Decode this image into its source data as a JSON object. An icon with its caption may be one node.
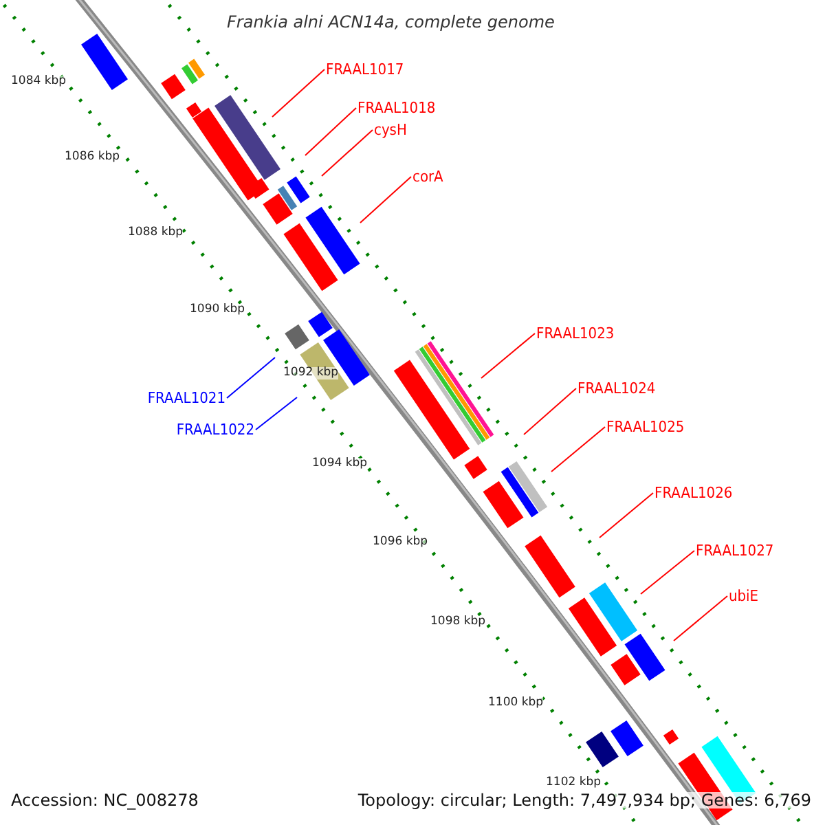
{
  "diagram": {
    "title": "Frankia alni ACN14a, complete genome",
    "nodes": [
      {
        "text": [
          "FRAAL1017"
        ]
      },
      {
        "text": [
          "FRAAL1018"
        ]
      },
      {
        "text": [
          "cysH"
        ]
      },
      {
        "text": [
          "corA"
        ]
      },
      {
        "text": [
          "FRAAL1023"
        ]
      },
      {
        "text": [
          "FRAAL1024"
        ]
      },
      {
        "text": [
          "FRAAL1021"
        ]
      },
      {
        "text": [
          "FRAAL1025"
        ]
      },
      {
        "text": [
          "FRAAL1022"
        ]
      },
      {
        "text": [
          "FRAAL1026"
        ]
      },
      {
        "text": [
          "FRAAL1027"
        ]
      },
      {
        "text": [
          "ubiE"
        ]
      }
    ],
    "edges": [
      {
        "from": 0,
        "to": null,
        "arrow": "none"
      },
      {
        "from": 1,
        "to": null,
        "arrow": "none"
      },
      {
        "from": 2,
        "to": null,
        "arrow": "none"
      },
      {
        "from": 3,
        "to": null,
        "arrow": "none"
      },
      {
        "from": 4,
        "to": null,
        "arrow": "none"
      },
      {
        "from": 5,
        "to": null,
        "arrow": "none"
      },
      {
        "from": 6,
        "to": null,
        "arrow": "none",
        "color": "#0000ff"
      },
      {
        "from": 7,
        "to": null,
        "arrow": "none"
      },
      {
        "from": 8,
        "to": null,
        "arrow": "none",
        "color": "#0000ff"
      },
      {
        "from": 9,
        "to": null,
        "arrow": "none"
      },
      {
        "from": 10,
        "to": null,
        "arrow": "none"
      },
      {
        "from": 11,
        "to": null,
        "arrow": "none"
      }
    ],
    "labels": [
      "1084 kbp",
      "1086 kbp",
      "1088 kbp",
      "1090 kbp",
      "1092 kbp",
      "1094 kbp",
      "1096 kbp",
      "1098 kbp",
      "1100 kbp",
      "1102 kbp",
      "Accession: NC_008278",
      "Topology: circular; Length: 7,497,934 bp; Genes: 6,769"
    ]
  }
}
